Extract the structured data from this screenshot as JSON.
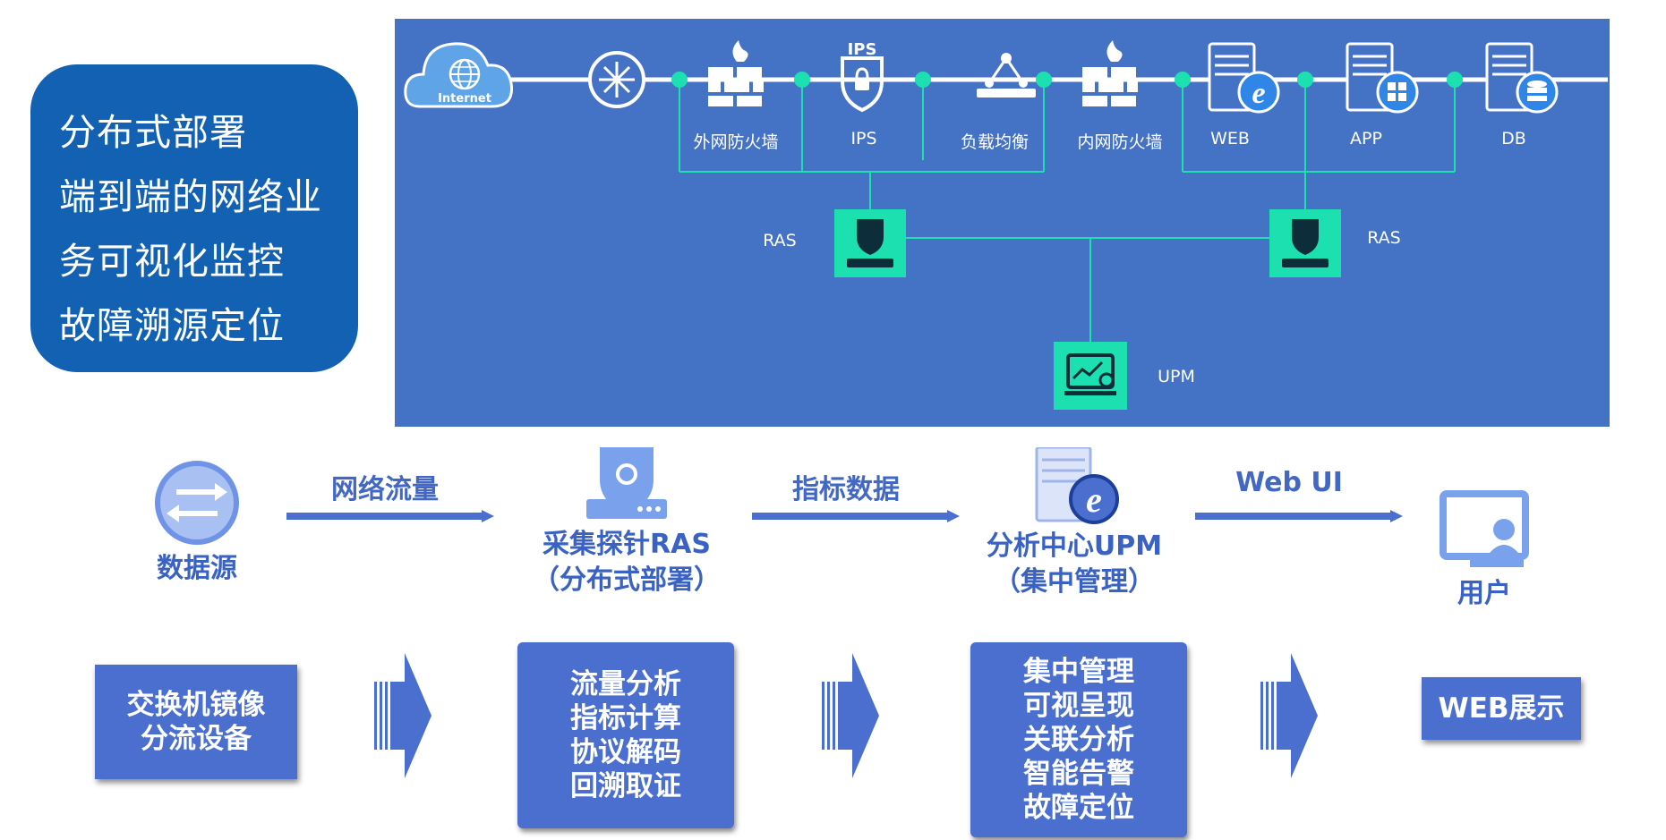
{
  "features": {
    "lines": [
      "分布式部署",
      "端到端的网络业",
      "务可视化监控",
      "故障溯源定位"
    ]
  },
  "topology": {
    "internet_label": "Internet",
    "ips_badge": "IPS",
    "devices": {
      "outer_firewall": "外网防火墙",
      "ips": "IPS",
      "load_balancer": "负载均衡",
      "inner_firewall": "内网防火墙",
      "web": "WEB",
      "app": "APP",
      "db": "DB"
    },
    "ras_left": "RAS",
    "ras_right": "RAS",
    "upm": "UPM"
  },
  "flow": {
    "source_label": "数据源",
    "arrow1_label": "网络流量",
    "ras_title": "采集探针RAS",
    "ras_sub": "（分布式部署）",
    "arrow2_label": "指标数据",
    "upm_title": "分析中心UPM",
    "upm_sub": "（集中管理）",
    "arrow3_label": "Web UI",
    "user_label": "用户"
  },
  "boxes": {
    "box1": [
      "交换机镜像",
      "分流设备"
    ],
    "box2": [
      "流量分析",
      "指标计算",
      "协议解码",
      "回溯取证"
    ],
    "box3": [
      "集中管理",
      "可视呈现",
      "关联分析",
      "智能告警",
      "故障定位"
    ],
    "box4": [
      "WEB展示"
    ]
  },
  "colors": {
    "feature_bg": "#1261b3",
    "topology_bg": "#4472c4",
    "node_green": "#1de0b0",
    "flow_blue": "#3a62c2",
    "box_blue": "#4a6fcf"
  }
}
